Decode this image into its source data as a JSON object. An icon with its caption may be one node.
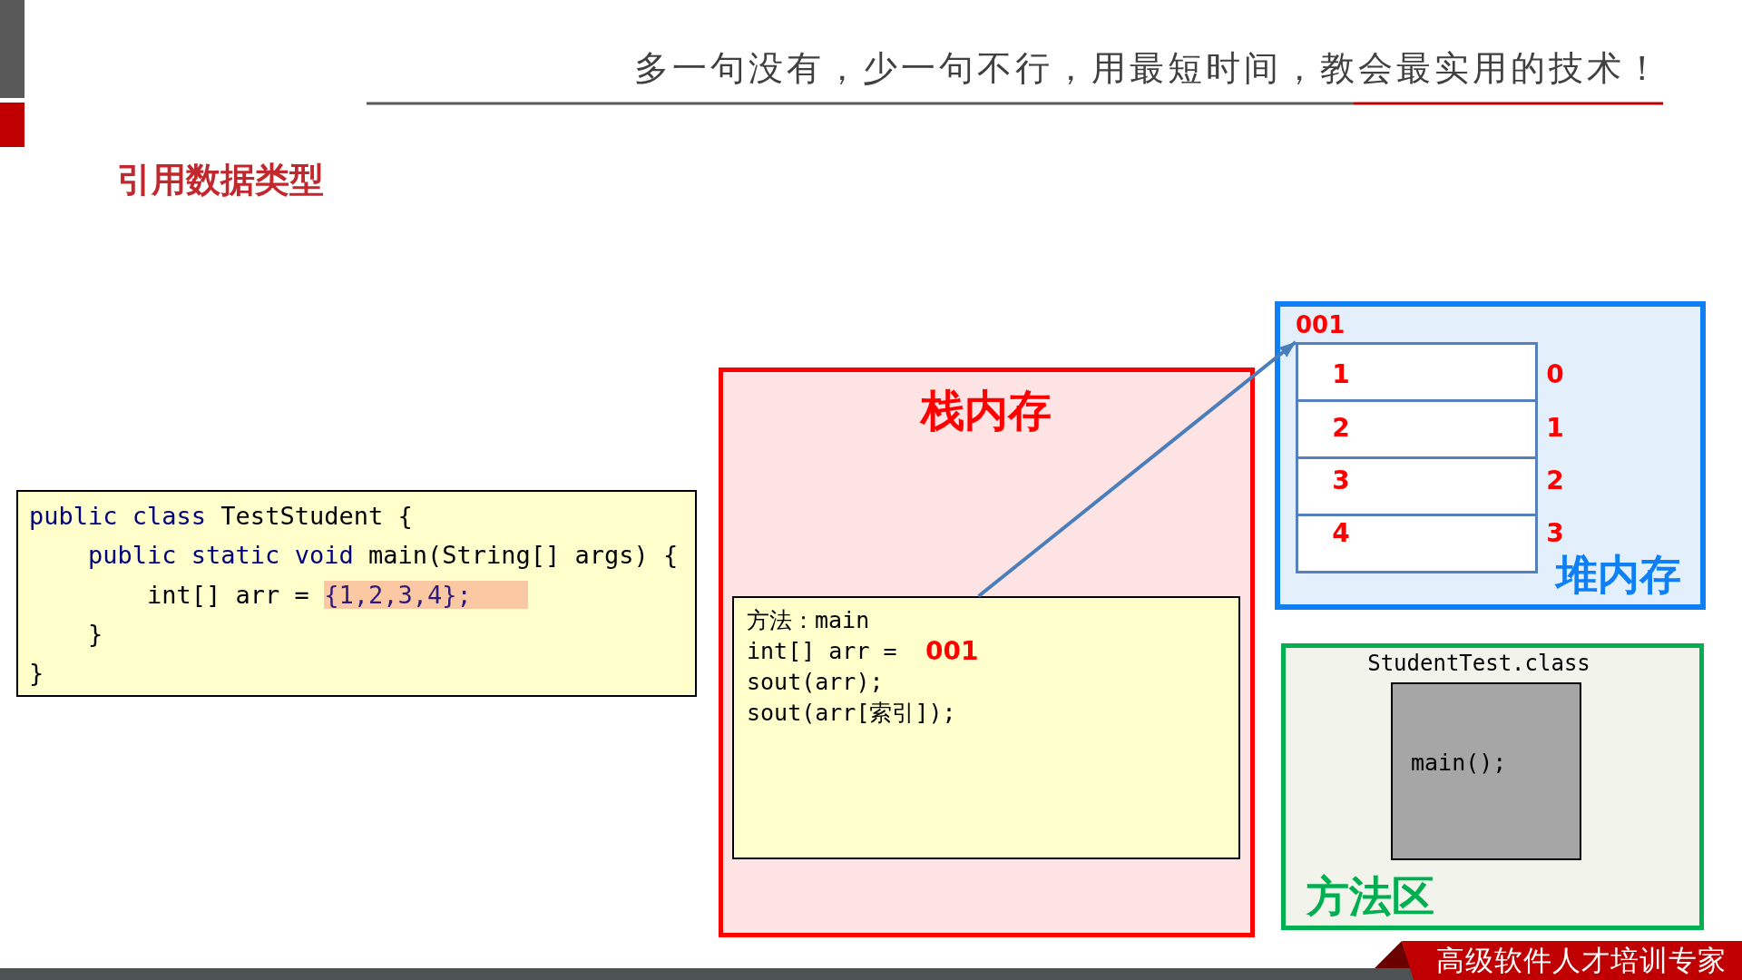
{
  "diagram": {
    "title": "引用数据类型",
    "nodes": [
      {
        "text": [
          "public class TestStudent {",
          "public static void main(String[] args) {",
          "int[] arr = {1,2,3,4};",
          "}",
          "}"
        ]
      },
      {
        "text": [
          "栈内存"
        ]
      },
      {
        "text": [
          "方法：main",
          "int[] arr =",
          "001",
          "sout(arr);",
          "sout(arr[索引]);"
        ],
        "in": 1
      },
      {
        "text": [
          "堆内存"
        ]
      },
      {
        "text": [
          "001"
        ],
        "in": 3
      },
      {
        "text": [
          "1"
        ],
        "beside": [
          "0"
        ],
        "in": 4
      },
      {
        "text": [
          "2"
        ],
        "beside": [
          "1"
        ],
        "in": 4
      },
      {
        "text": [
          "3"
        ],
        "beside": [
          "2"
        ],
        "in": 4
      },
      {
        "text": [
          "4"
        ],
        "beside": [
          "3"
        ],
        "in": 4
      },
      {
        "text": [
          "方法区"
        ]
      },
      {
        "text": [
          "StudentTest.class",
          "main();"
        ],
        "in": 9
      }
    ],
    "edges": [
      {
        "from": 2,
        "to": 4,
        "arrow": "to",
        "color": "#4a7ebb"
      }
    ],
    "labels": [
      "多一句没有，少一句不行，用最短时间，教会最实用的技术！",
      "高级软件人才培训专家"
    ]
  }
}
